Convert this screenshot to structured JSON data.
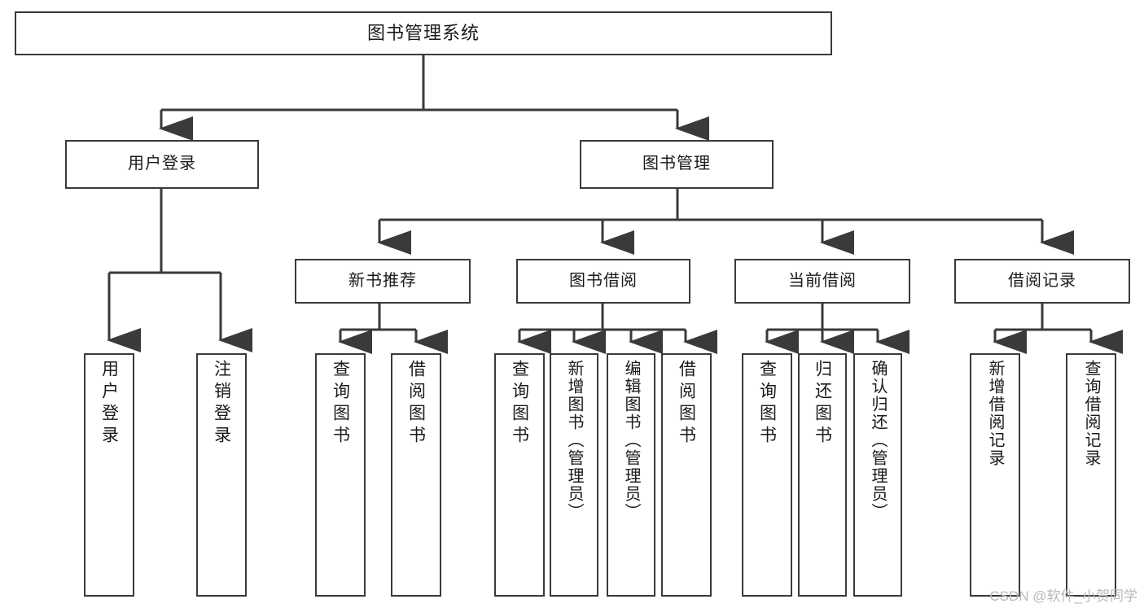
{
  "diagram": {
    "type": "tree",
    "title": "图书管理系统",
    "orientation": "top-down",
    "line_color": "#3a3a3a",
    "box_fill": "#ffffff",
    "text_color": "#1a1a1a"
  },
  "nodes": {
    "root": {
      "label": "图书管理系统",
      "level": 0
    },
    "n_user_login": {
      "label": "用户登录",
      "level": 1
    },
    "n_book_mgmt": {
      "label": "图书管理",
      "level": 1
    },
    "n_new_book_rec": {
      "label": "新书推荐",
      "level": 2
    },
    "n_book_borrow": {
      "label": "图书借阅",
      "level": 2
    },
    "n_current_borrow": {
      "label": "当前借阅",
      "level": 2
    },
    "n_borrow_record": {
      "label": "借阅记录",
      "level": 2
    },
    "l_user_login": {
      "label": "用户登录",
      "level": 3,
      "parent": "用户登录"
    },
    "l_logout": {
      "label": "注销登录",
      "level": 3,
      "parent": "用户登录"
    },
    "l_query_book_1": {
      "label": "查询图书",
      "level": 3,
      "parent": "新书推荐"
    },
    "l_borrow_book_1": {
      "label": "借阅图书",
      "level": 3,
      "parent": "新书推荐"
    },
    "l_query_book_2": {
      "label": "查询图书",
      "level": 3,
      "parent": "图书借阅"
    },
    "l_add_book": {
      "label": "新增图书（管理员）",
      "level": 3,
      "parent": "图书借阅"
    },
    "l_edit_book": {
      "label": "编辑图书（管理员）",
      "level": 3,
      "parent": "图书借阅"
    },
    "l_borrow_book_2": {
      "label": "借阅图书",
      "level": 3,
      "parent": "图书借阅"
    },
    "l_query_book_3": {
      "label": "查询图书",
      "level": 3,
      "parent": "当前借阅"
    },
    "l_return_book": {
      "label": "归还图书",
      "level": 3,
      "parent": "当前借阅"
    },
    "l_confirm_return": {
      "label": "确认归还（管理员）",
      "level": 3,
      "parent": "当前借阅"
    },
    "l_add_record": {
      "label": "新增借阅记录",
      "level": 3,
      "parent": "借阅记录"
    },
    "l_query_record": {
      "label": "查询借阅记录",
      "level": 3,
      "parent": "借阅记录"
    }
  },
  "watermark": {
    "text": "CSDN @软件_小贺同学"
  }
}
